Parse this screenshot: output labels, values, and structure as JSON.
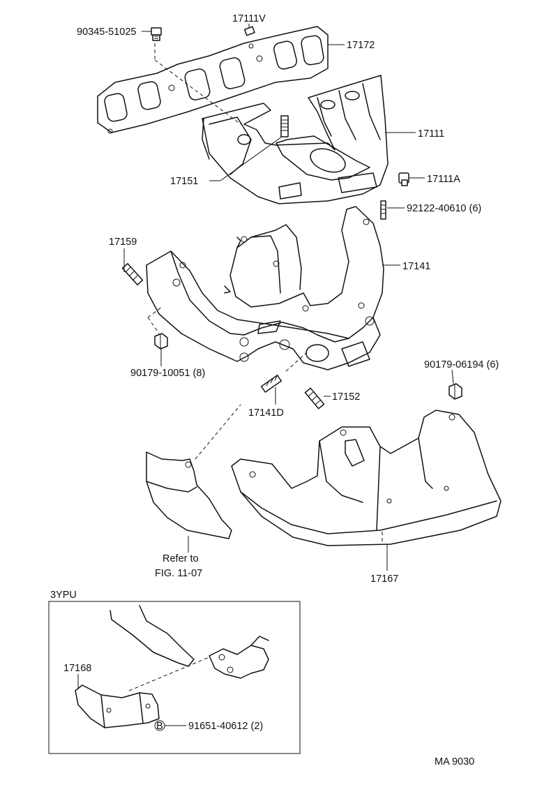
{
  "labels": {
    "drain_plug": "90345-51025",
    "pin": "17111V",
    "gasket": "17172",
    "intake_manifold": "17111",
    "manifold_stud": "17151",
    "plug_17111a": "17111A",
    "stud_92122": "92122-40610 (6)",
    "stud_17159": "17159",
    "exhaust_manifold": "17141",
    "nut_90179_10051": "90179-10051 (8)",
    "nut_90179_06194": "90179-06194 (6)",
    "stud_17152": "17152",
    "stud_17141d": "17141D",
    "refer_line1": "Refer to",
    "refer_line2": "FIG. 11-07",
    "heat_insulator": "17167",
    "inset_variant": "3YPU",
    "inset_insulator": "17168",
    "inset_bolt": "91651-40612 (2)",
    "inset_bolt_marker": "B",
    "page_code": "MA  9030"
  }
}
